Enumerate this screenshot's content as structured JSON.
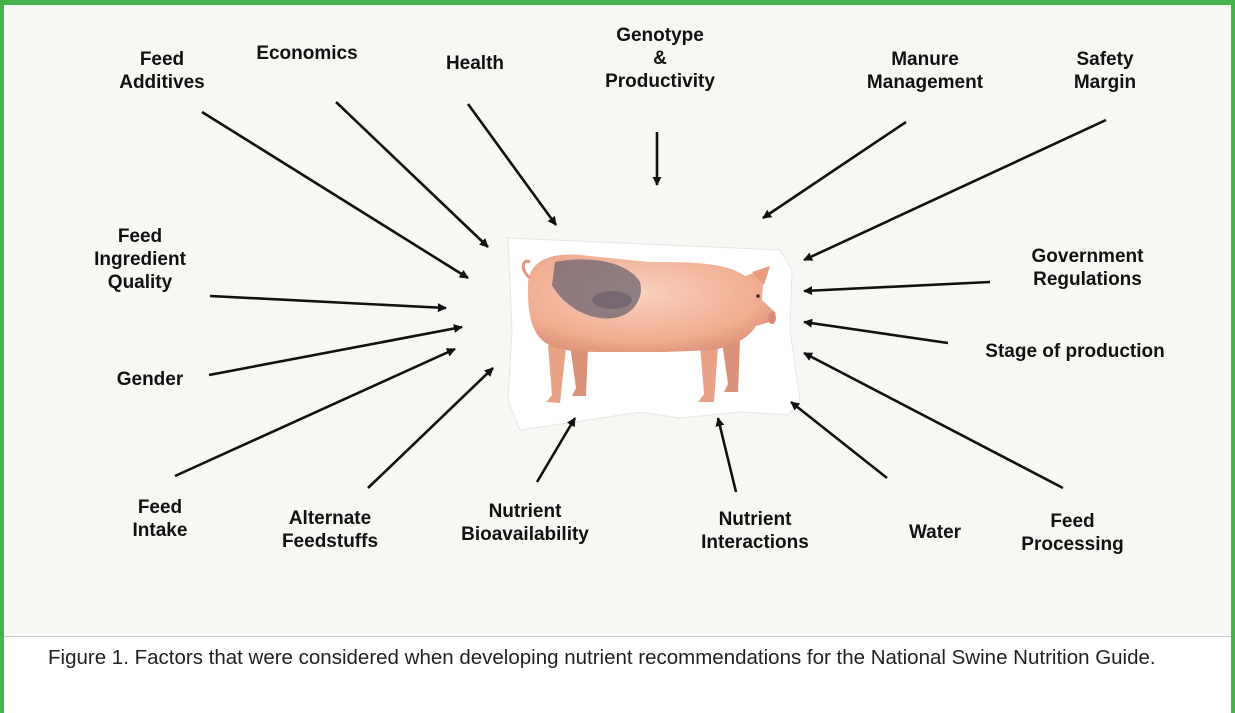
{
  "diagram": {
    "center": "pig-image",
    "factors": [
      {
        "id": "feed-additives",
        "label": "Feed\nAdditives"
      },
      {
        "id": "economics",
        "label": "Economics"
      },
      {
        "id": "health",
        "label": "Health"
      },
      {
        "id": "genotype-productivity",
        "label": "Genotype\n&\nProductivity"
      },
      {
        "id": "manure-management",
        "label": "Manure\nManagement"
      },
      {
        "id": "safety-margin",
        "label": "Safety\nMargin"
      },
      {
        "id": "feed-ingredient-quality",
        "label": "Feed\nIngredient\nQuality"
      },
      {
        "id": "government-regulations",
        "label": "Government\nRegulations"
      },
      {
        "id": "stage-of-production",
        "label": "Stage of production"
      },
      {
        "id": "gender",
        "label": "Gender"
      },
      {
        "id": "feed-intake",
        "label": "Feed\nIntake"
      },
      {
        "id": "alternate-feedstuffs",
        "label": "Alternate\nFeedstuffs"
      },
      {
        "id": "nutrient-bioavailability",
        "label": "Nutrient\nBioavailability"
      },
      {
        "id": "nutrient-interactions",
        "label": "Nutrient\nInteractions"
      },
      {
        "id": "water",
        "label": "Water"
      },
      {
        "id": "feed-processing",
        "label": "Feed\nProcessing"
      }
    ]
  },
  "caption": "Figure 1.  Factors that were considered when developing nutrient recommendations for the National Swine Nutrition Guide.",
  "colors": {
    "border": "#44b349",
    "arrow": "#111111",
    "pig_skin": "#f2b59a",
    "pig_spots": "#6e6470"
  }
}
